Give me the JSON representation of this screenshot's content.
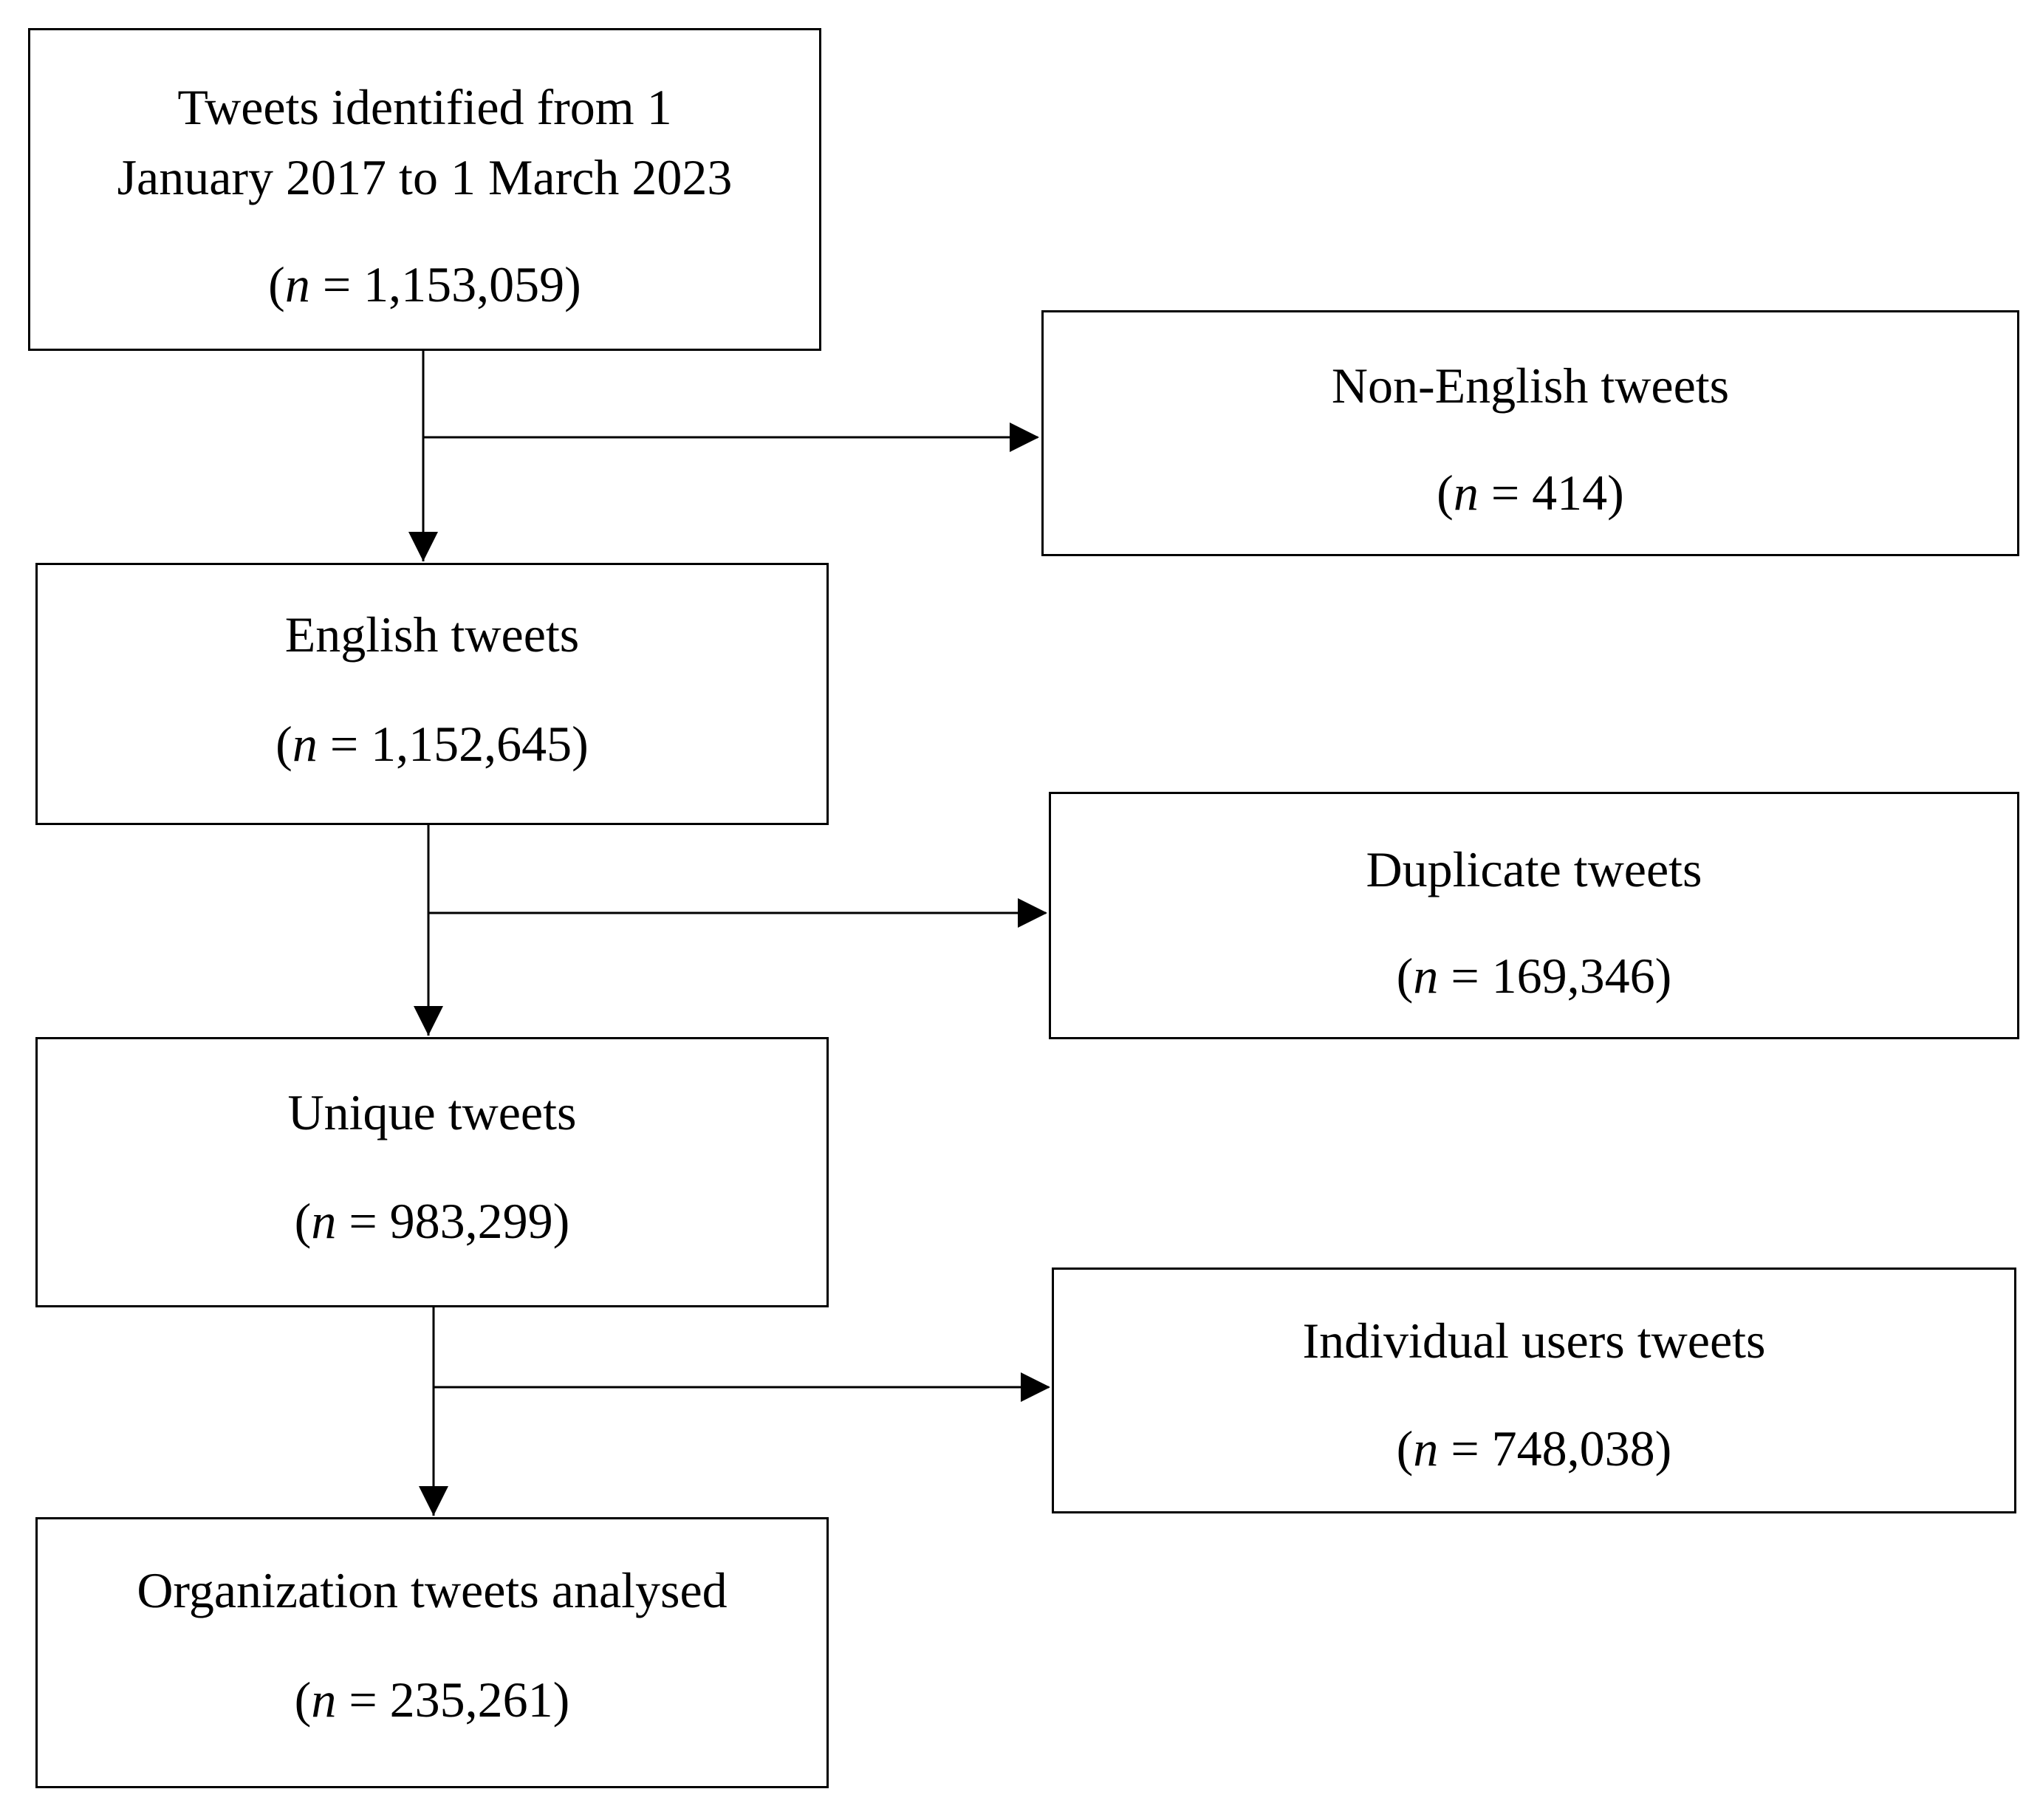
{
  "boxes": {
    "identified": {
      "title_line1": "Tweets identified from 1",
      "title_line2": "January 2017 to 1 March 2023",
      "n_var": "n",
      "n_value": "1,153,059"
    },
    "non_english": {
      "title": "Non-English tweets",
      "n_var": "n",
      "n_value": "414"
    },
    "english": {
      "title": "English tweets",
      "n_var": "n",
      "n_value": "1,152,645"
    },
    "duplicate": {
      "title": "Duplicate tweets",
      "n_var": "n",
      "n_value": "169,346"
    },
    "unique": {
      "title": "Unique tweets",
      "n_var": "n",
      "n_value": "983,299"
    },
    "individual": {
      "title": "Individual users tweets",
      "n_var": "n",
      "n_value": "748,038"
    },
    "organization": {
      "title": "Organization tweets analysed",
      "n_var": "n",
      "n_value": "235,261"
    }
  },
  "colors": {
    "stroke": "#000000",
    "background": "#ffffff"
  }
}
